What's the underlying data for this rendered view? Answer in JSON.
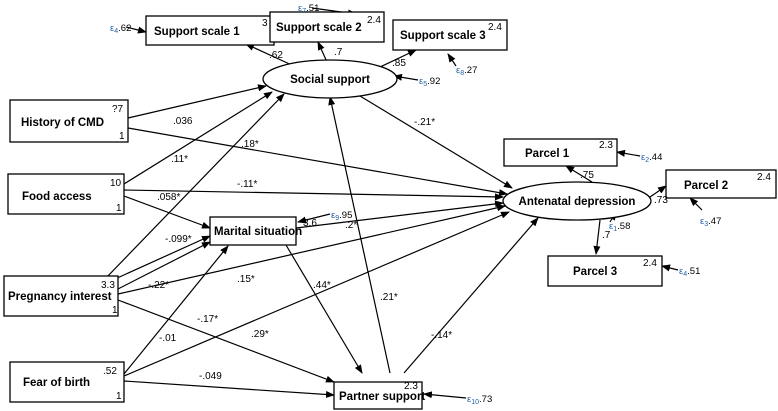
{
  "nodes": {
    "support_scale_1": "Support scale 1",
    "support_scale_2": "Support scale 2",
    "support_scale_3": "Support scale 3",
    "social_support": "Social support",
    "history_cmd": "History of CMD",
    "food_access": "Food access",
    "marital_situation": "Marital situation",
    "pregnancy_interest": "Pregnancy interest",
    "fear_of_birth": "Fear of birth",
    "partner_support": "Partner support",
    "antenatal_depression": "Antenatal depression",
    "parcel_1": "Parcel 1",
    "parcel_2": "Parcel 2",
    "parcel_3": "Parcel 3"
  },
  "box_values": {
    "support_scale_1": "3",
    "support_scale_2": "2.4",
    "support_scale_3": "2.4",
    "history_cmd_top": "?7",
    "history_cmd_bottom": "1",
    "food_access_top": "10",
    "food_access_bottom": "1",
    "marital_situation": "3.6",
    "pregnancy_interest_top": "3.3",
    "pregnancy_interest_bottom": "1",
    "fear_of_birth_top": ".52",
    "fear_of_birth_bottom": "1",
    "partner_support": "2.3",
    "parcel_1": "2.3",
    "parcel_2": "2.4",
    "parcel_3": "2.4"
  },
  "errors": {
    "e4": {
      "sym": "ε",
      "sub": "4",
      "val": ".62"
    },
    "e7": {
      "sym": "ε",
      "sub": "7",
      "val": ".51"
    },
    "e8": {
      "sym": "ε",
      "sub": "8",
      "val": ".27"
    },
    "e5": {
      "sym": "ε",
      "sub": "5",
      "val": ".92"
    },
    "e9": {
      "sym": "ε",
      "sub": "9",
      "val": ".95"
    },
    "e10": {
      "sym": "ε",
      "sub": "10",
      "val": ".73"
    },
    "e2": {
      "sym": "ε",
      "sub": "2",
      "val": ".44"
    },
    "e1": {
      "sym": "ε",
      "sub": "1",
      "val": ".58"
    },
    "e3": {
      "sym": "ε",
      "sub": "3",
      "val": ".47"
    },
    "e4b": {
      "sym": "ε",
      "sub": "4",
      "val": ".51"
    }
  },
  "paths": {
    "ss_to_scale1": ".62",
    "ss_to_scale2": ".7",
    "ss_to_scale3": ".85",
    "ss_to_dep": "-.21",
    "cmd_to_ss": ".036",
    "food_to_ss": ".11",
    "food_to_dep": "-.11",
    "food_to_marital": ".058",
    "preg_to_ss": ".18",
    "preg_to_marital": "-.099",
    "preg_to_marital2": "-.22",
    "marital_to_dep": ".2",
    "preg_to_dep": ".15",
    "preg_to_partner": "-.17",
    "fear_to_dep": ".29",
    "fear_to_marital": "-.01",
    "fear_to_partner": "-.049",
    "marital_to_partner": ".44",
    "partner_to_ss": ".21",
    "partner_to_dep": "-.14",
    "dep_to_parcel1": ".75",
    "dep_to_parcel2": ".73",
    "dep_to_parcel3": ".7"
  },
  "star": "*"
}
